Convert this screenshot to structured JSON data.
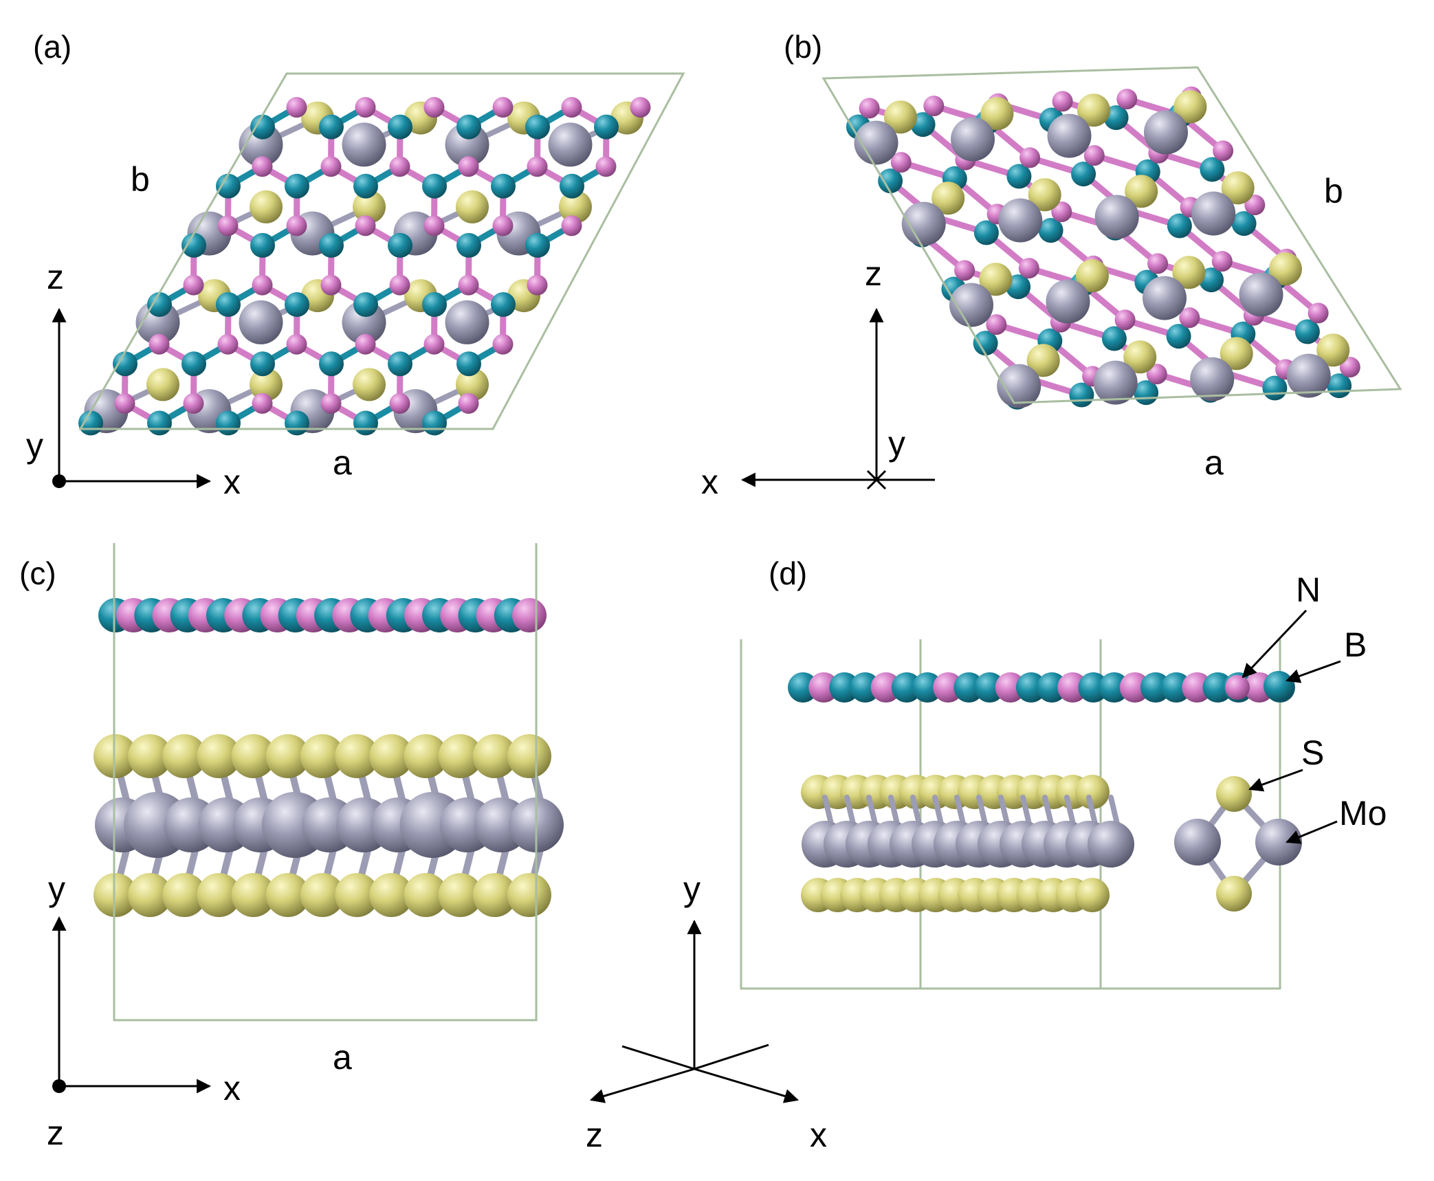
{
  "figure": {
    "colors": {
      "B": "#1a8ca3",
      "N": "#d27cc6",
      "S": "#d6d27a",
      "Mo": "#9c9cb4",
      "cell_edge": "#a9bea0",
      "axis": "#000000"
    },
    "panels": [
      {
        "id": "a",
        "label": "(a)",
        "view": "top",
        "cell_labels": [
          "a",
          "b"
        ],
        "axes": {
          "horizontal": "x",
          "vertical": "z",
          "out_of_plane": "y"
        }
      },
      {
        "id": "b",
        "label": "(b)",
        "view": "bottom",
        "cell_labels": [
          "a",
          "b"
        ],
        "axes": {
          "horizontal": "x",
          "vertical": "z",
          "into_plane": "y"
        }
      },
      {
        "id": "c",
        "label": "(c)",
        "view": "side",
        "cell_labels": [
          "a"
        ],
        "axes": {
          "horizontal": "x",
          "vertical": "y",
          "out_of_plane": "z"
        }
      },
      {
        "id": "d",
        "label": "(d)",
        "view": "perspective-side",
        "axes": {
          "vertical": "y",
          "left": "z",
          "right": "x"
        },
        "element_labels": [
          "N",
          "B",
          "S",
          "Mo"
        ]
      }
    ]
  }
}
